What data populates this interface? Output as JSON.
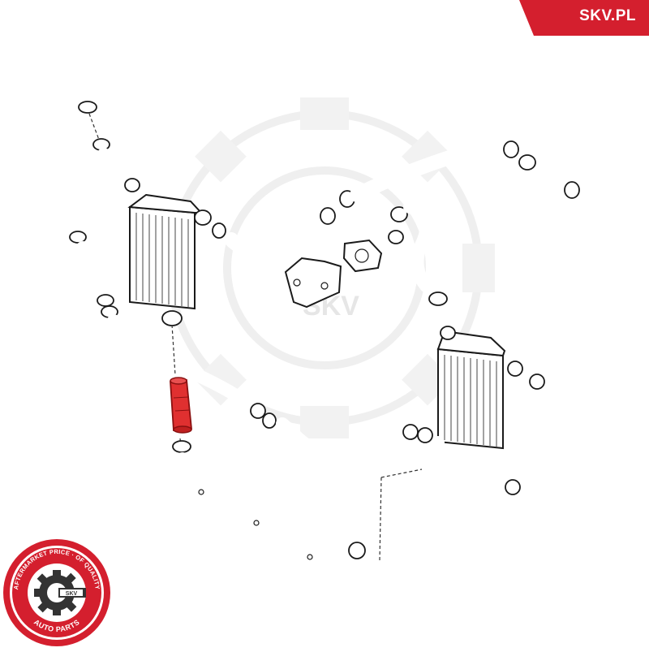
{
  "brand": {
    "site_label": "SKV.PL",
    "accent_color": "#d41f2e"
  },
  "badge": {
    "ring_text_top": "AFTERMARKET PRICE · OF QUALITY",
    "ring_text_bottom": "AUTO PARTS",
    "center_label": "SKV",
    "icon": "gear-wrench-icon",
    "color": "#d41f2e"
  },
  "watermark": {
    "label": "SKV",
    "color": "#ececec"
  },
  "diagram": {
    "highlighted_part_color": "#e03030",
    "line_color": "#1a1a1a"
  }
}
